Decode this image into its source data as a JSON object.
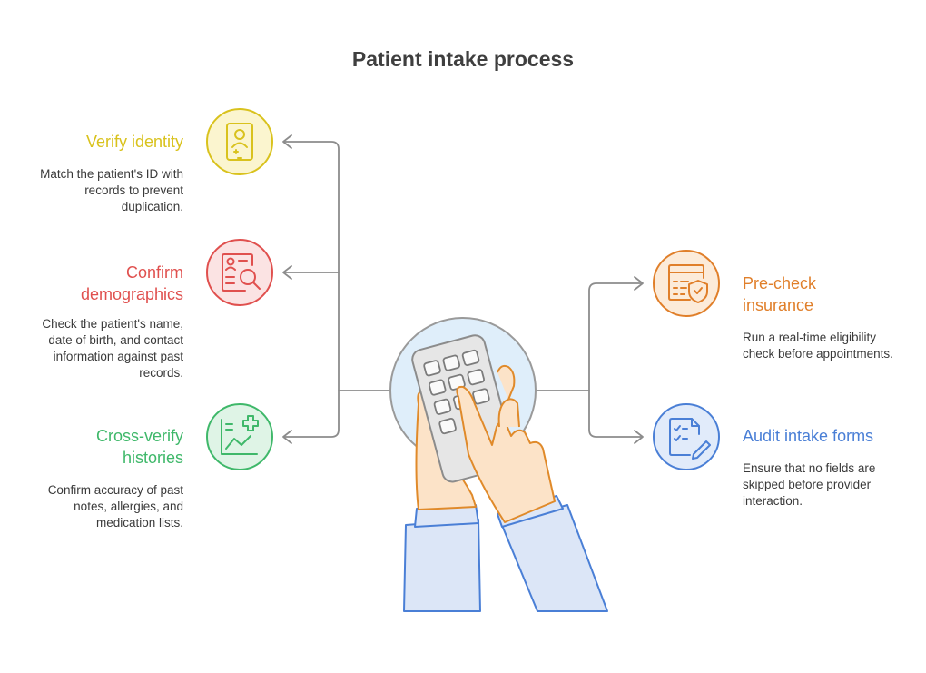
{
  "title": "Patient intake process",
  "colors": {
    "identity": "#d9c21d",
    "demographics": "#e0504e",
    "histories": "#3fb86a",
    "insurance": "#e07f2a",
    "forms": "#4a7fd6",
    "connector": "#8c8c8c",
    "center_fill": "#dfeefa"
  },
  "left_items": [
    {
      "label": "Verify identity",
      "desc": "Match the patient's ID with records to prevent duplication.",
      "icon": "id-badge-icon"
    },
    {
      "label": "Confirm demographics",
      "desc": "Check the patient's name, date of birth, and contact information against past records.",
      "icon": "document-search-icon"
    },
    {
      "label": "Cross-verify histories",
      "desc": "Confirm accuracy of past notes, allergies, and medication lists.",
      "icon": "medical-chart-icon"
    }
  ],
  "right_items": [
    {
      "label": "Pre-check insurance",
      "desc": "Run a real-time eligibility check before appointments.",
      "icon": "insurance-shield-icon"
    },
    {
      "label": "Audit intake forms",
      "desc": "Ensure that no fields are skipped before provider interaction.",
      "icon": "checklist-edit-icon"
    }
  ],
  "center": {
    "icon": "calculator-hands-icon"
  }
}
